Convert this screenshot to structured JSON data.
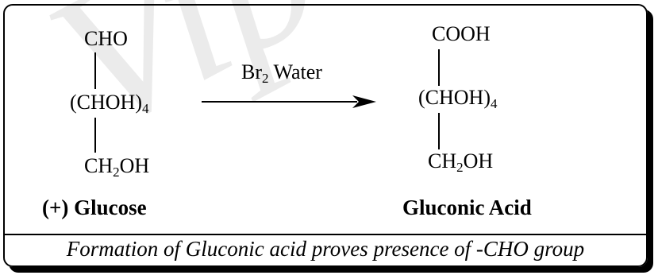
{
  "watermark": "Vip",
  "reactant": {
    "top_group": "CHO",
    "middle_group": "(CHOH)",
    "middle_subscript": "4",
    "bottom_group_prefix": "CH",
    "bottom_group_subscript": "2",
    "bottom_group_suffix": "OH",
    "name": "(+) Glucose"
  },
  "reagent": {
    "prefix": "Br",
    "subscript": "2",
    "suffix": " Water"
  },
  "product": {
    "top_group": "COOH",
    "middle_group": "(CHOH)",
    "middle_subscript": "4",
    "bottom_group_prefix": "CH",
    "bottom_group_subscript": "2",
    "bottom_group_suffix": "OH",
    "name": "Gluconic Acid"
  },
  "caption": "Formation of Gluconic acid proves presence of -CHO group"
}
